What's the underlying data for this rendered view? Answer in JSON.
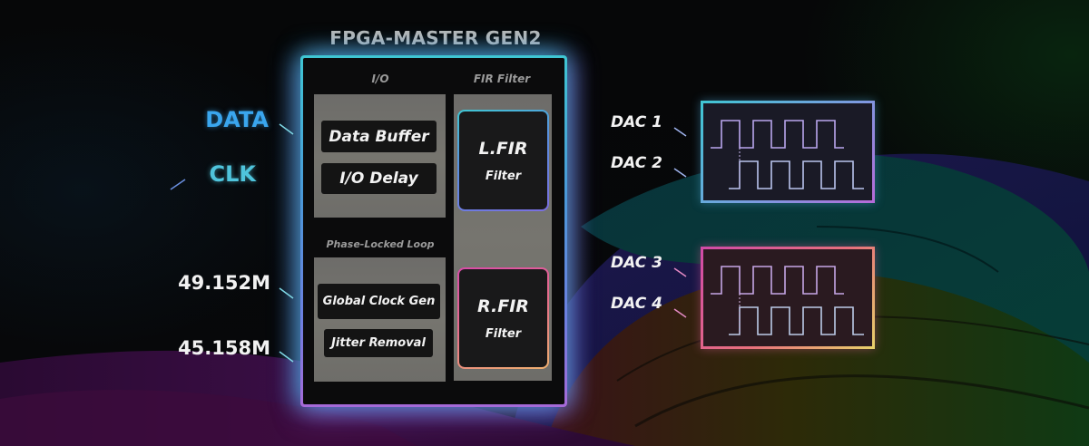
{
  "title": "FPGA-MASTER GEN2",
  "chip": {
    "io_section": {
      "label": "I/O",
      "blocks": [
        "Data Buffer",
        "I/O Delay"
      ]
    },
    "pll_section": {
      "label": "Phase-Locked Loop",
      "blocks": [
        "Global Clock Gen",
        "Jitter Removal"
      ]
    },
    "fir_section": {
      "label": "FIR Filter",
      "filters": [
        {
          "name": "L.FIR",
          "sub": "Filter"
        },
        {
          "name": "R.FIR",
          "sub": "Filter"
        }
      ]
    }
  },
  "inputs": [
    {
      "label": "DATA",
      "direction": "in",
      "color": "#3aa6ee"
    },
    {
      "label": "CLK",
      "direction": "out",
      "color": "#4fc4dc"
    },
    {
      "label": "49.152M",
      "direction": "in",
      "color": "#f2f2f2"
    },
    {
      "label": "45.158M",
      "direction": "in",
      "color": "#f2f2f2"
    }
  ],
  "outputs": [
    {
      "label": "DAC 1"
    },
    {
      "label": "DAC 2"
    },
    {
      "label": "DAC 3"
    },
    {
      "label": "DAC 4"
    }
  ],
  "scopes": [
    {
      "name": "DAC 1-2 waveform",
      "border_colors": [
        "#3fc6d3",
        "#8a7be0",
        "#b76ad8"
      ],
      "line_color": "#b9a6ee"
    },
    {
      "name": "DAC 3-4 waveform",
      "border_colors": [
        "#d04aa8",
        "#e8707c",
        "#e8d26a"
      ],
      "line_color": "#c6a6e6"
    }
  ],
  "colors": {
    "accent_cyan": "#3fc6d3",
    "accent_blue": "#3aa6ee",
    "accent_purple": "#a66ad8",
    "accent_pink": "#d04aa8",
    "accent_gold": "#e8d26a",
    "line_in": "#7aa8e6",
    "line_out_pink": "#e06ab4"
  }
}
